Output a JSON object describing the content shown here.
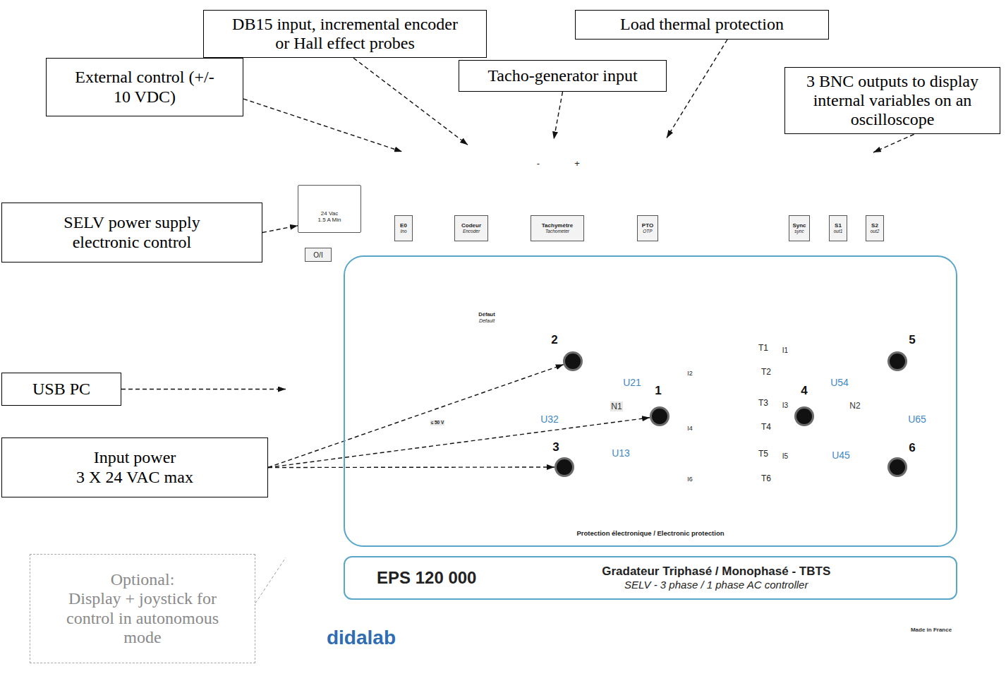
{
  "diagram": {
    "nodes": [
      {
        "text": [
          "DB15 input, incremental encoder or Hall effect probes"
        ]
      },
      {
        "text": [
          "Load thermal protection"
        ]
      },
      {
        "text": [
          "External control (+/- 10 VDC)"
        ]
      },
      {
        "text": [
          "Tacho-generator input"
        ]
      },
      {
        "text": [
          "3 BNC outputs to display internal variables on an oscilloscope"
        ]
      },
      {
        "text": [
          "SELV power supply electronic control"
        ]
      },
      {
        "text": [
          "USB PC"
        ]
      },
      {
        "text": [
          "Input power",
          "3 X 24 VAC max"
        ]
      },
      {
        "text": [
          "Optional:",
          "Display + joystick for control in autonomous mode"
        ]
      },
      {
        "text": [
          "didalab",
          "Made in France"
        ]
      },
      {
        "text": [
          "24 Vac 1.5 A Min"
        ],
        "in": 9
      },
      {
        "text": [
          "O/I"
        ],
        "in": 9
      },
      {
        "text": [
          "E0",
          "Ino"
        ],
        "in": 9
      },
      {
        "text": [
          "Codeur",
          "Encoder"
        ],
        "in": 9
      },
      {
        "text": [
          "Tachymètre",
          "Tachometer"
        ],
        "in": 9
      },
      {
        "text": [
          "PTO",
          "OTP"
        ],
        "in": 9
      },
      {
        "text": [
          "Sync",
          "sync"
        ],
        "in": 9
      },
      {
        "text": [
          "S1",
          "out1"
        ],
        "in": 9
      },
      {
        "text": [
          "S2",
          "out2"
        ],
        "in": 9
      },
      {
        "text": [
          "Protection électronique / Electronic protection"
        ],
        "in": 9
      },
      {
        "text": [
          "2"
        ],
        "in": 19
      },
      {
        "text": [
          "1"
        ],
        "in": 19
      },
      {
        "text": [
          "3"
        ],
        "in": 19
      },
      {
        "text": [
          "4"
        ],
        "in": 19
      },
      {
        "text": [
          "5"
        ],
        "in": 19
      },
      {
        "text": [
          "6"
        ],
        "in": 19
      },
      {
        "text": [
          "EPS 120 000",
          "Gradateur Triphasé / Monophasé - TBTS",
          "SELV - 3 phase / 1 phase AC controller"
        ],
        "in": 9
      }
    ],
    "edges": [
      {
        "from": 2,
        "to": 9,
        "arrow": "to"
      },
      {
        "from": 0,
        "to": 9,
        "arrow": "to"
      },
      {
        "from": 3,
        "to": 9,
        "arrow": "to"
      },
      {
        "from": 1,
        "to": 9,
        "arrow": "to"
      },
      {
        "from": 4,
        "to": 9,
        "arrow": "to"
      },
      {
        "from": 5,
        "to": 10,
        "arrow": "to"
      },
      {
        "from": 6,
        "to": 9,
        "arrow": "to"
      },
      {
        "from": 7,
        "to": 20,
        "arrow": "to"
      },
      {
        "from": 7,
        "to": 21,
        "arrow": "to"
      },
      {
        "from": 7,
        "to": 22,
        "arrow": "to"
      },
      {
        "from": 8,
        "to": 9,
        "arrow": "none"
      }
    ],
    "labels": [
      "-",
      "+",
      "Défaut",
      "Default",
      "≤ 50 V",
      "N1",
      "N2",
      "U21",
      "U32",
      "U13",
      "U54",
      "U65",
      "U45",
      "T1",
      "I1",
      "I2",
      "T2",
      "T3",
      "I3",
      "I4",
      "T4",
      "T5",
      "I5",
      "I6",
      "T6"
    ]
  }
}
